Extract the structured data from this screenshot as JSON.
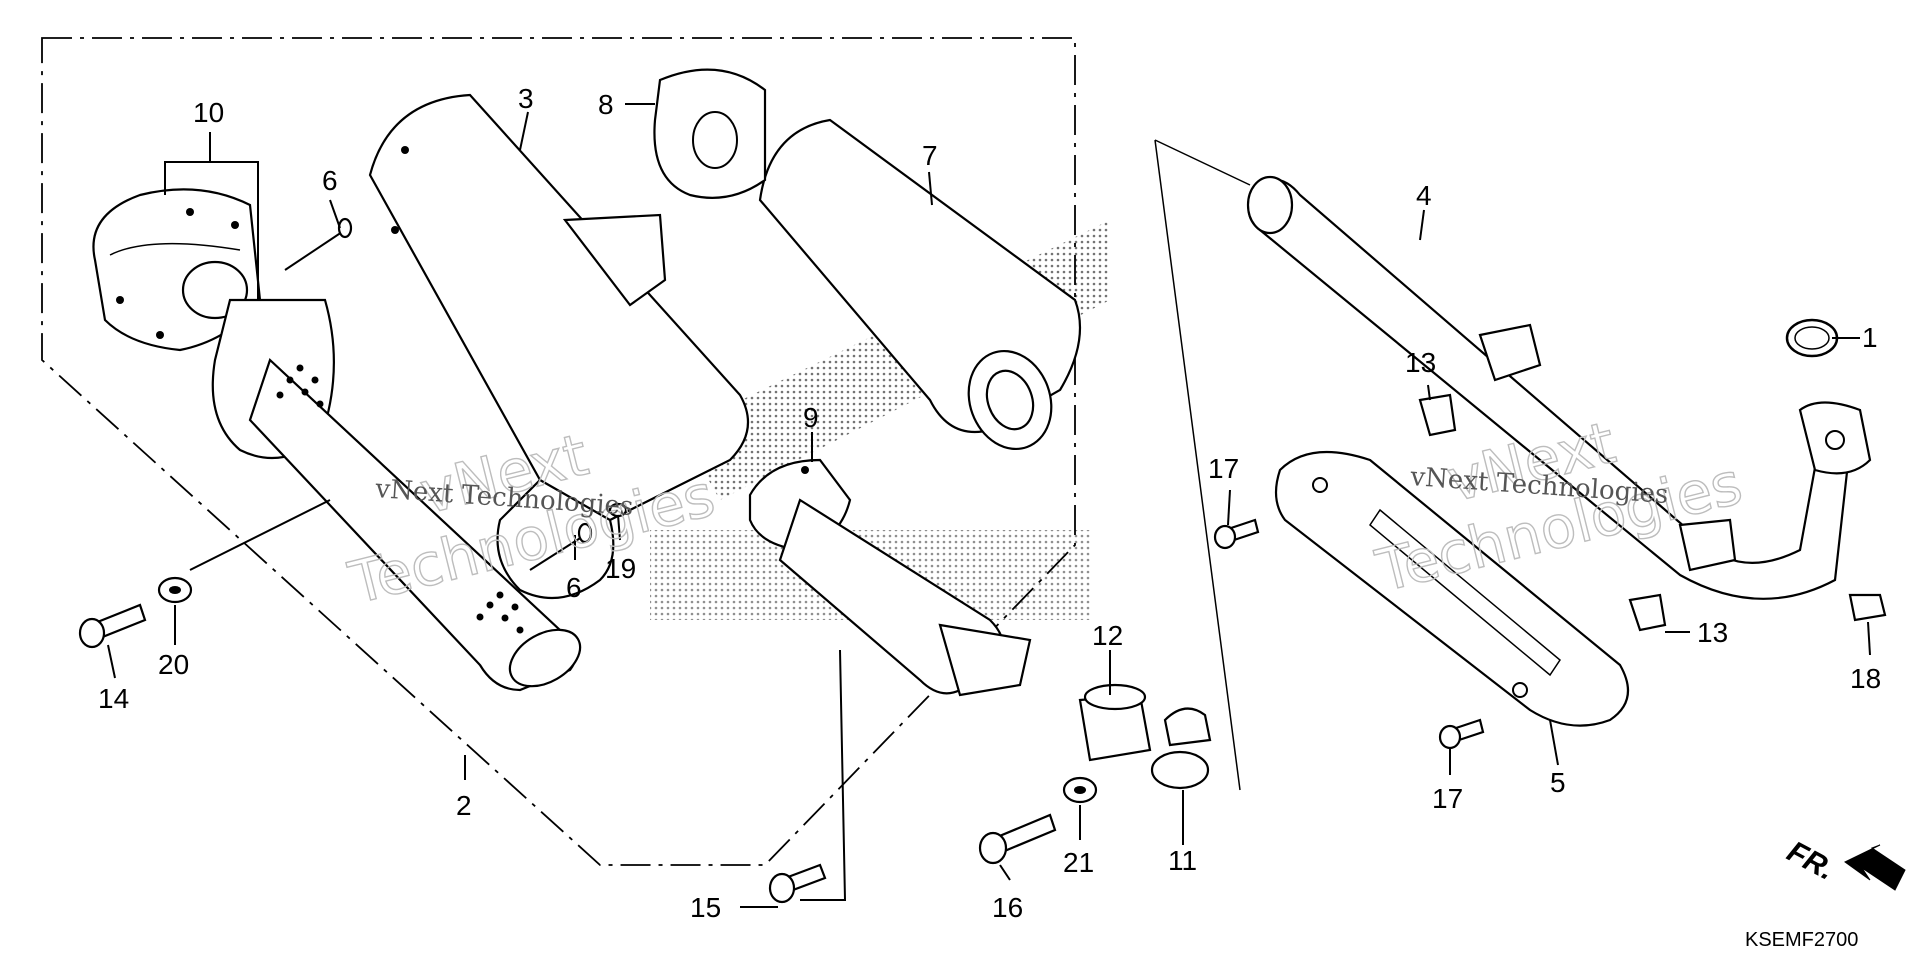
{
  "diagram": {
    "code": "KSEMF2700",
    "direction_label": "FR.",
    "watermark_brand": "vNext",
    "watermark_word": "Technologies",
    "watermark_full": "vNext Technologies",
    "callouts": {
      "c1": "1",
      "c2": "2",
      "c3": "3",
      "c4": "4",
      "c5": "5",
      "c6a": "6",
      "c6b": "6",
      "c7": "7",
      "c8": "8",
      "c9": "9",
      "c10": "10",
      "c11": "11",
      "c12": "12",
      "c13a": "13",
      "c13b": "13",
      "c14": "14",
      "c15": "15",
      "c16": "16",
      "c17a": "17",
      "c17b": "17",
      "c18": "18",
      "c19": "19",
      "c20": "20",
      "c21": "21"
    }
  }
}
